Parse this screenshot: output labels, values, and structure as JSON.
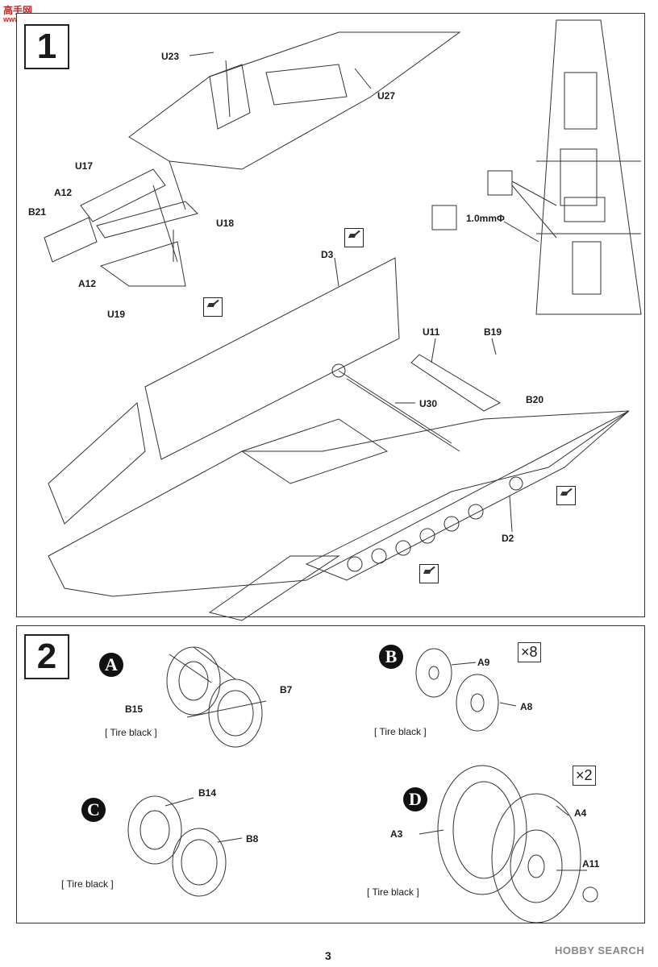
{
  "branding": {
    "logo_main": "高手网",
    "logo_sub": "www.moxshop.com"
  },
  "step1": {
    "number": "1",
    "parts": [
      "U23",
      "U27",
      "U17",
      "A12",
      "B21",
      "U18",
      "A12",
      "U19",
      "D3",
      "U11",
      "B19",
      "U30",
      "B20",
      "D2"
    ],
    "hole_note": "1.0mmΦ"
  },
  "step2": {
    "number": "2",
    "A": {
      "letter": "A",
      "parts": [
        "B15",
        "B7"
      ],
      "paint": "[ Tire black ]"
    },
    "B": {
      "letter": "B",
      "parts": [
        "A9",
        "A8"
      ],
      "paint": "[ Tire black ]",
      "qty": "×8"
    },
    "C": {
      "letter": "C",
      "parts": [
        "B14",
        "B8"
      ],
      "paint": "[ Tire black ]"
    },
    "D": {
      "letter": "D",
      "parts": [
        "A4",
        "A3",
        "A11"
      ],
      "paint": "[ Tire black ]",
      "qty": "×2"
    }
  },
  "footer": {
    "page": "3",
    "watermark": "HOBBY SEARCH"
  }
}
